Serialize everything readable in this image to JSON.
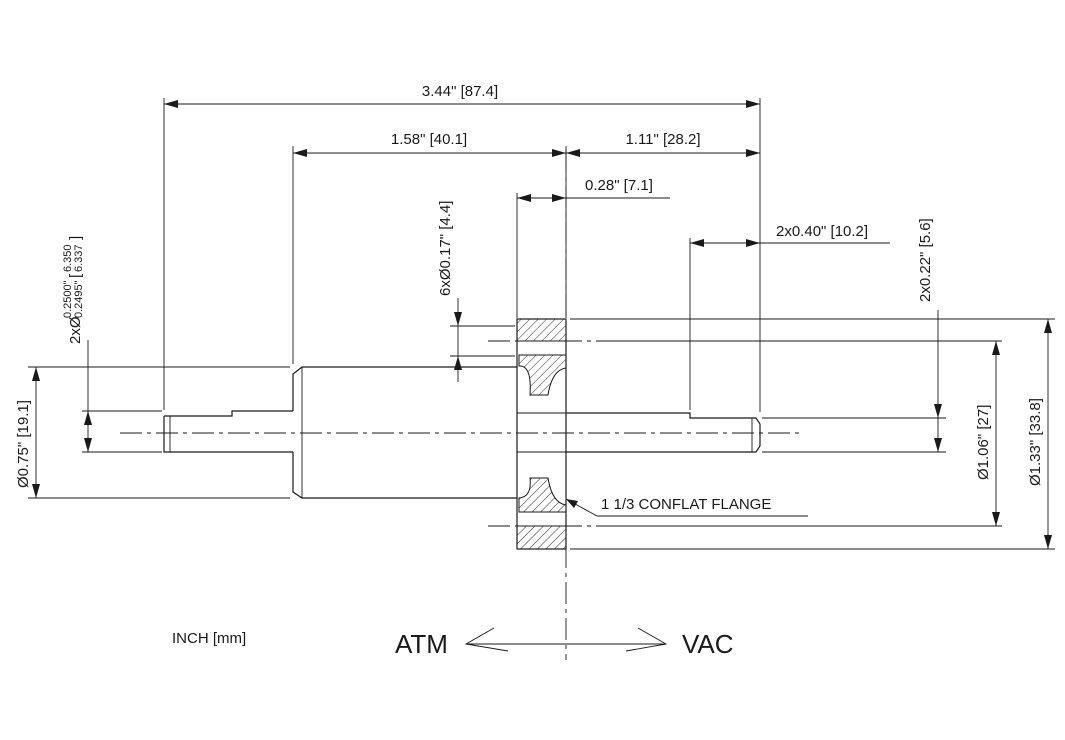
{
  "dimensions": {
    "overall_length": "3.44\" [87.4]",
    "atm_side_length": "1.58\" [40.1]",
    "vac_side_length": "1.11\" [28.2]",
    "flange_thickness": "0.28\" [7.1]",
    "bolt_holes": "6xØ0.17\" [4.4]",
    "flat_length": "2x0.40\" [10.2]",
    "flat_depth": "2x0.22\" [5.6]",
    "shaft_diameter_prefix": "2xØ",
    "shaft_diameter_inch_max": "0.2500\"",
    "shaft_diameter_inch_min": "0.2495\"",
    "shaft_diameter_mm_max": "6.350",
    "shaft_diameter_mm_min": "6.337",
    "body_diameter": "Ø0.75\" [19.1]",
    "bolt_circle_diameter": "Ø1.06\" [27]",
    "flange_diameter": "Ø1.33\" [33.8]"
  },
  "callouts": {
    "flange": "1 1/3 CONFLAT FLANGE"
  },
  "units": "INCH [mm]",
  "sides": {
    "atm": "ATM",
    "vac": "VAC"
  }
}
